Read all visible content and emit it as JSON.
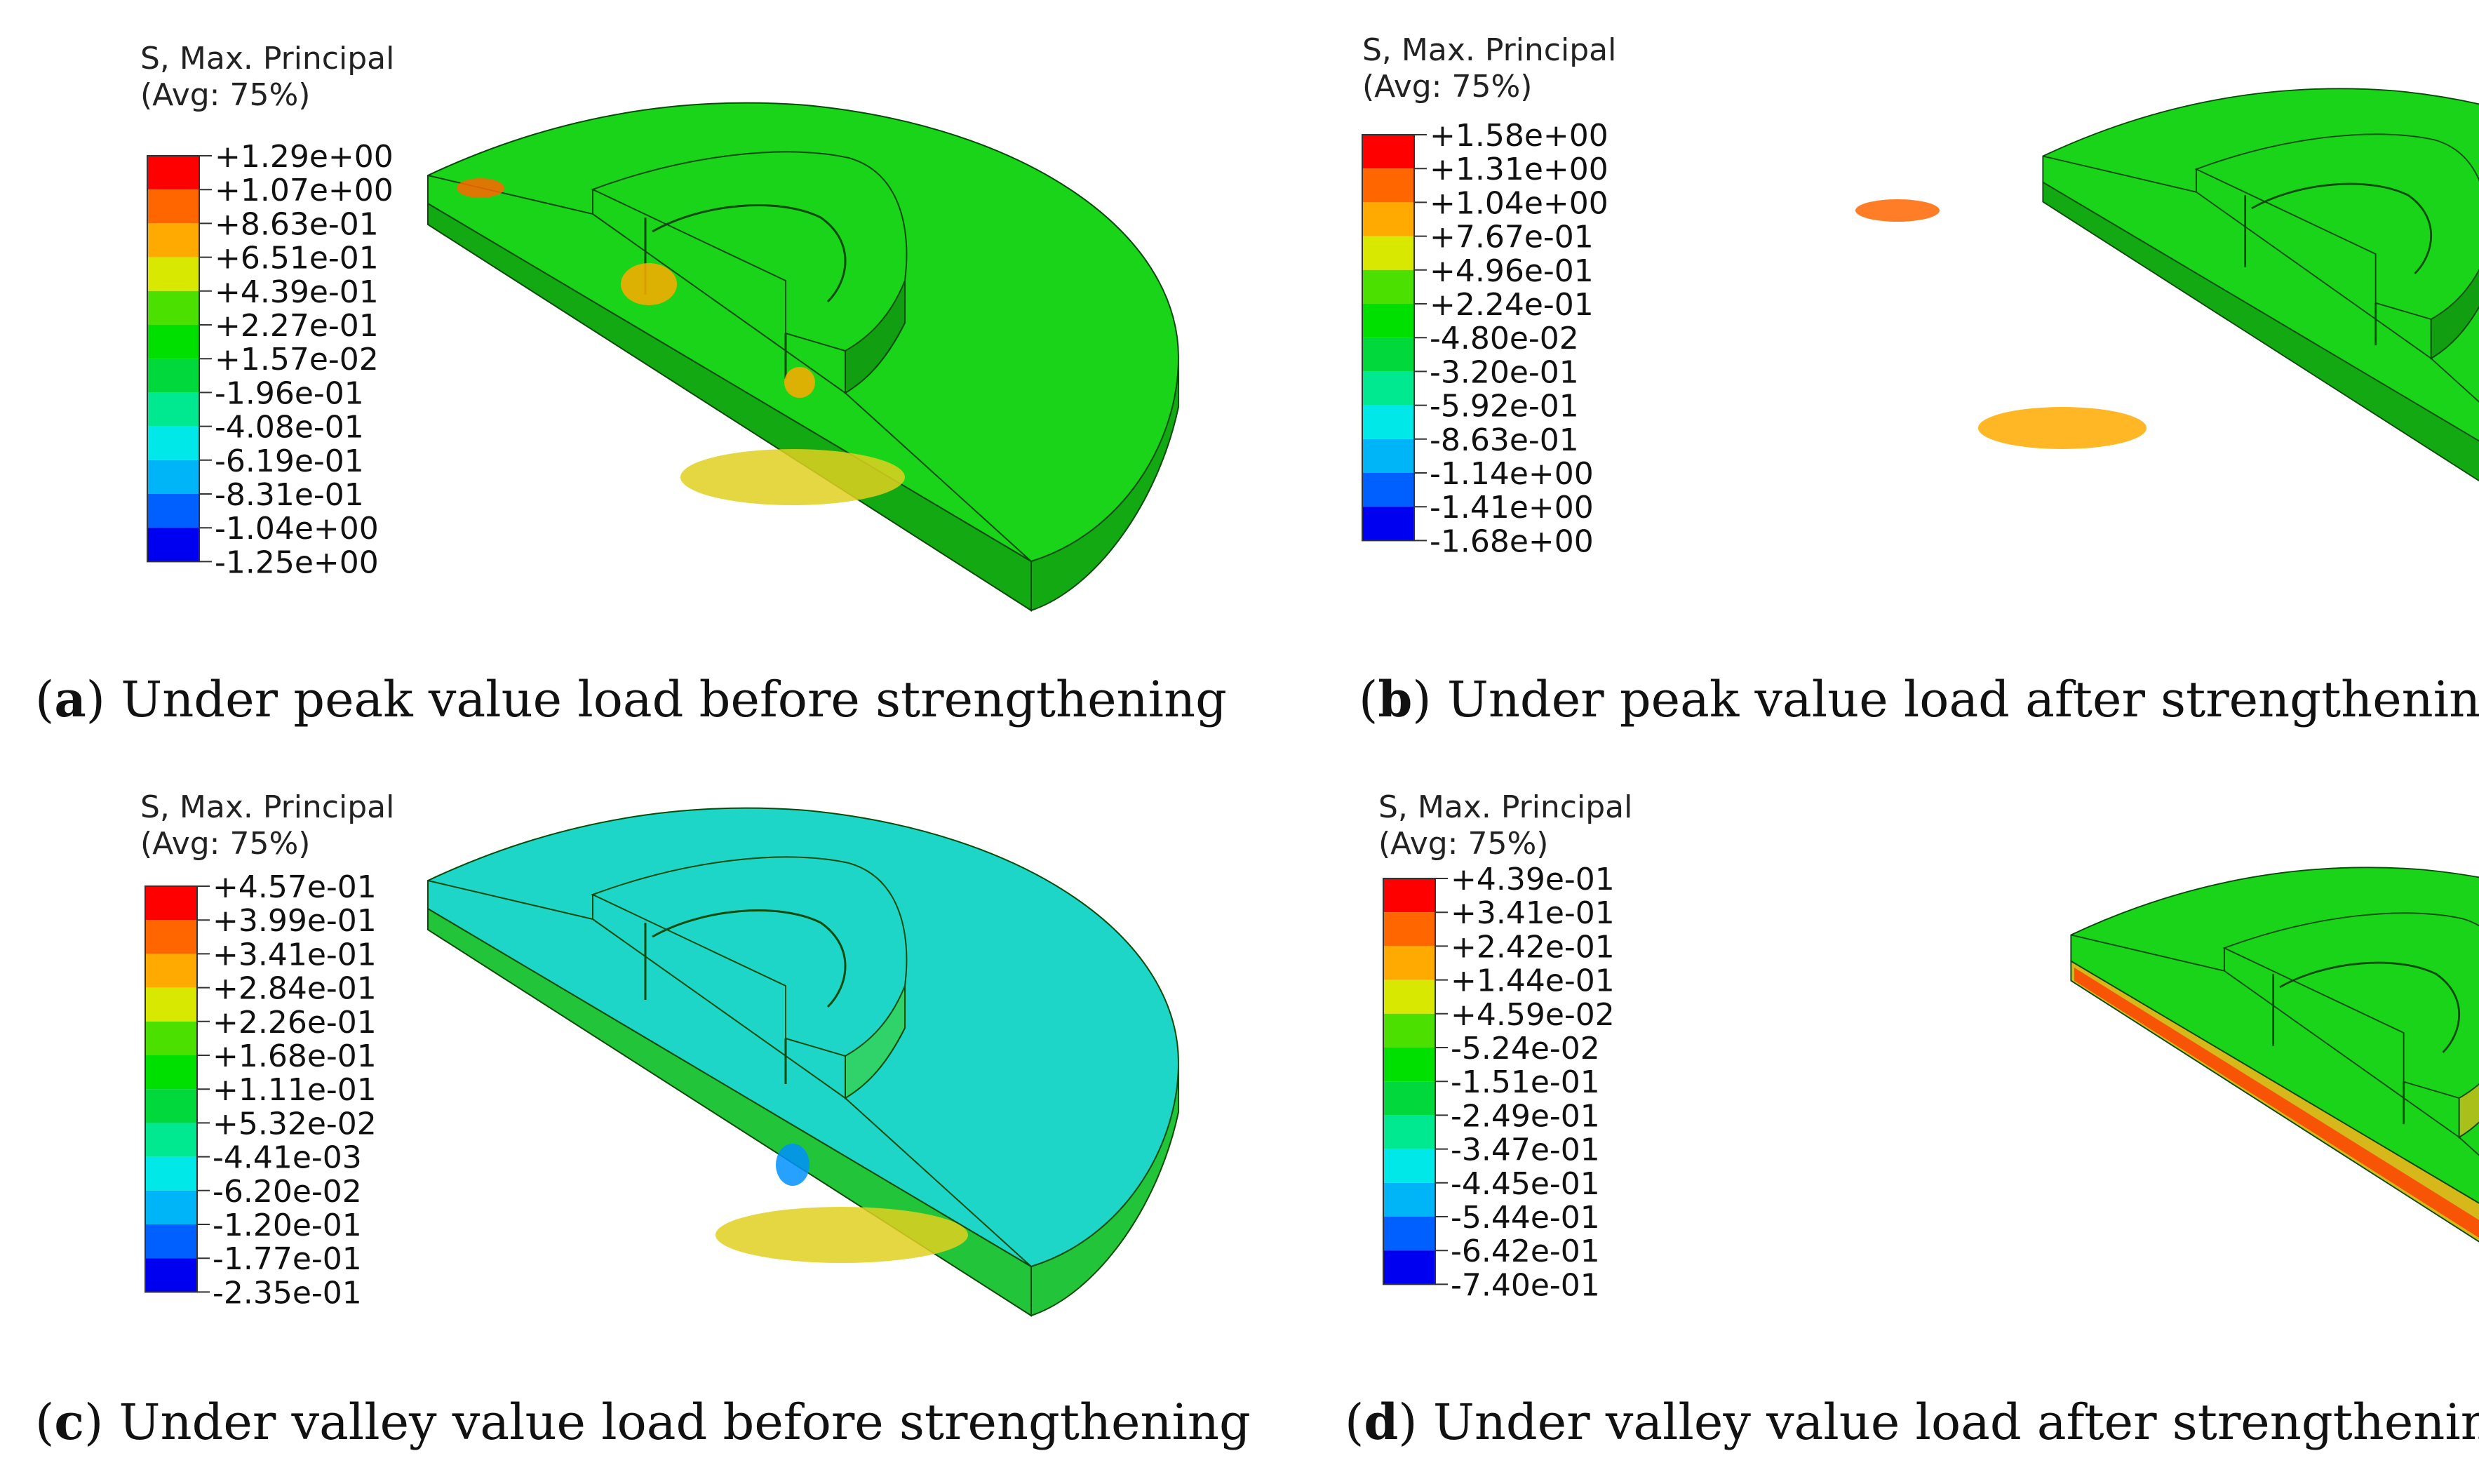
{
  "panels": [
    {
      "id": "a",
      "legend_title": "S, Max. Principal",
      "legend_avg": "(Avg: 75%)",
      "values": [
        "+1.29e+00",
        "+1.07e+00",
        "+8.63e-01",
        "+6.51e-01",
        "+4.39e-01",
        "+2.27e-01",
        "+1.57e-02",
        "-1.96e-01",
        "-4.08e-01",
        "-6.19e-01",
        "-8.31e-01",
        "-1.04e+00",
        "-1.25e+00"
      ],
      "caption_letter": "a",
      "caption_text": "Under peak value load before strengthening",
      "top_color": "#1ad41a",
      "side_color": "#13a913",
      "inner_color": "#119f11"
    },
    {
      "id": "b",
      "legend_title": "S, Max. Principal",
      "legend_avg": "(Avg: 75%)",
      "values": [
        "+1.58e+00",
        "+1.31e+00",
        "+1.04e+00",
        "+7.67e-01",
        "+4.96e-01",
        "+2.24e-01",
        "-4.80e-02",
        "-3.20e-01",
        "-5.92e-01",
        "-8.63e-01",
        "-1.14e+00",
        "-1.41e+00",
        "-1.68e+00"
      ],
      "caption_letter": "b",
      "caption_text": "Under peak value load after strengthening",
      "top_color": "#1ad41a",
      "side_color": "#13a913",
      "inner_color": "#119f11"
    },
    {
      "id": "c",
      "legend_title": "S, Max. Principal",
      "legend_avg": "(Avg: 75%)",
      "values": [
        "+4.57e-01",
        "+3.99e-01",
        "+3.41e-01",
        "+2.84e-01",
        "+2.26e-01",
        "+1.68e-01",
        "+1.11e-01",
        "+5.32e-02",
        "-4.41e-03",
        "-6.20e-02",
        "-1.20e-01",
        "-1.77e-01",
        "-2.35e-01"
      ],
      "caption_letter": "c",
      "caption_text": "Under valley value load before strengthening",
      "top_color": "#1ed6c8",
      "side_color": "#22c43a",
      "inner_color": "#2fd36a"
    },
    {
      "id": "d",
      "legend_title": "S, Max. Principal",
      "legend_avg": "(Avg: 75%)",
      "values": [
        "+4.39e-01",
        "+3.41e-01",
        "+2.42e-01",
        "+1.44e-01",
        "+4.59e-02",
        "-5.24e-02",
        "-1.51e-01",
        "-2.49e-01",
        "-3.47e-01",
        "-4.45e-01",
        "-5.44e-01",
        "-6.42e-01",
        "-7.40e-01"
      ],
      "caption_letter": "d",
      "caption_text": "Under valley value load after strengthening",
      "top_color": "#1ad41a",
      "side_color": "#d7b81a",
      "inner_color": "#a9c01a"
    }
  ],
  "legend_colors": [
    "#ff0000",
    "#ff6600",
    "#ffaa00",
    "#d8e800",
    "#4be000",
    "#00e000",
    "#00d83c",
    "#00e890",
    "#00e8e8",
    "#00b4f8",
    "#0060ff",
    "#0000f0"
  ]
}
